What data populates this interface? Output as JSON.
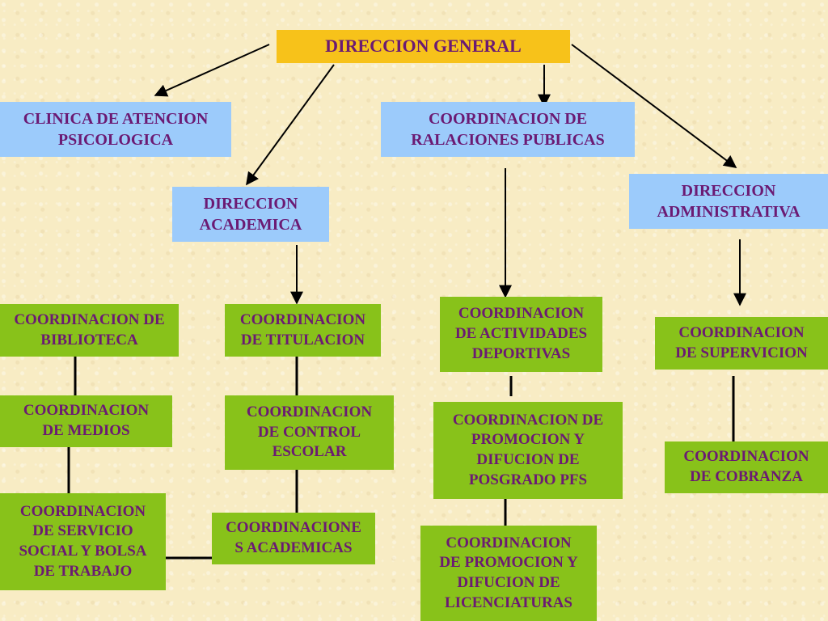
{
  "nodes": {
    "direccion_general": "DIRECCION GENERAL",
    "clinica": "CLINICA DE ATENCION\nPSICOLOGICA",
    "relaciones": "COORDINACION DE\nRALACIONES PUBLICAS",
    "academica": "DIRECCION\nACADEMICA",
    "administrativa": "DIRECCION\nADMINISTRATIVA",
    "biblioteca": "COORDINACION DE\nBIBLIOTECA",
    "titulacion": "COORDINACION\nDE TITULACION",
    "deportivas": "COORDINACION\nDE ACTIVIDADES\nDEPORTIVAS",
    "supervicion": "COORDINACION\nDE SUPERVICION",
    "medios": "COORDINACION\nDE MEDIOS",
    "control_escolar": "COORDINACION\nDE CONTROL\nESCOLAR",
    "posgrado": "COORDINACION DE\nPROMOCION Y\nDIFUCION DE\nPOSGRADO PFS",
    "cobranza": "COORDINACION\nDE COBRANZA",
    "servicio_social": "COORDINACION\nDE SERVICIO\nSOCIAL Y BOLSA\nDE TRABAJO",
    "academicas": "COORDINACIONE\nS ACADEMICAS",
    "licenciaturas": "COORDINACION\nDE PROMOCION Y\nDIFUCION DE\nLICENCIATURAS"
  },
  "colors": {
    "top_box": "#f7c21a",
    "level_box": "#9ccbfb",
    "leaf_box": "#88c21a",
    "text": "#6b1a73",
    "lines": "#000000"
  }
}
